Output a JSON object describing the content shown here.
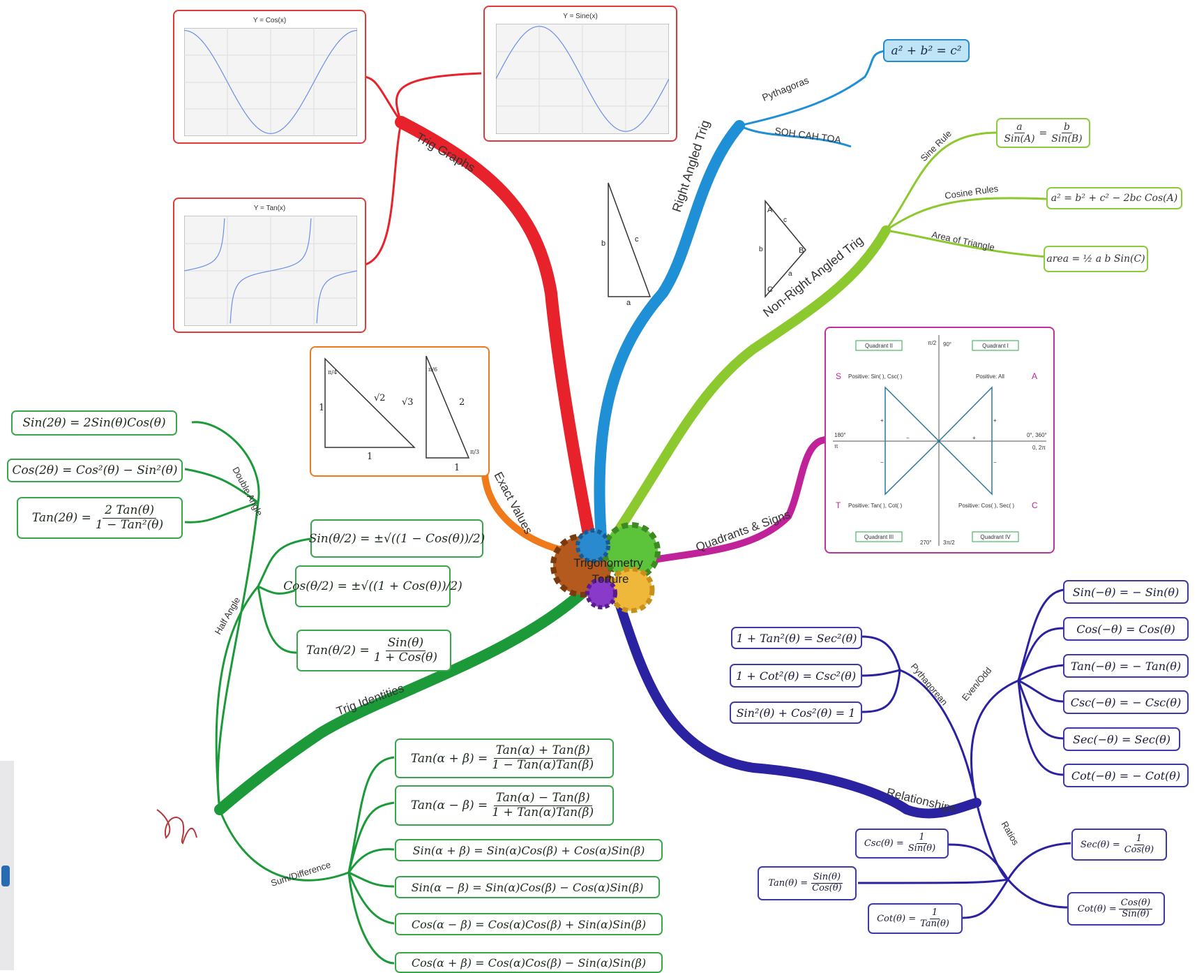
{
  "center": {
    "line1": "Trigonometry",
    "line2": "Torture"
  },
  "branches": {
    "trig_graphs": "Trig Graphs",
    "right_angled": "Right Angled Trig",
    "pythagoras": "Pythagoras",
    "sohcahtoa": "SOH CAH TOA",
    "non_right": "Non-Right Angled Trig",
    "sine_rule": "Sine Rule",
    "cosine_rules": "Cosine Rules",
    "area_triangle": "Area of Triangle",
    "quadrants": "Quadrants & Signs",
    "exact_values": "Exact Values",
    "trig_identities": "Trig Identities",
    "double_angle": "Double Angle",
    "half_angle": "Half Angle",
    "sum_difference": "Sum/Difference",
    "relationships": "Relationships",
    "pythagorean": "Pythagorean",
    "even_odd": "Even/Odd",
    "ratios": "Ratios"
  },
  "graphs": {
    "cos_title": "Y = Cos(x)",
    "sin_title": "Y = Sine(x)",
    "tan_title": "Y = Tan(x)"
  },
  "pythagoras_formula": "a² + b² = c²",
  "triangles": {
    "b": "b",
    "c": "c",
    "a": "a",
    "A": "A",
    "B": "B",
    "C": "C"
  },
  "nonright": {
    "sine_rule": "a/Sin(A) = b/Sin(B)",
    "cosine_rule": "a² = b² + c² − 2bc Cos(A)",
    "area": "area = ½ a b Sin(C)"
  },
  "quadrant_diagram": {
    "q1": "Quadrant I",
    "q2": "Quadrant II",
    "q3": "Quadrant III",
    "q4": "Quadrant IV",
    "s": "S",
    "a": "A",
    "t": "T",
    "c": "C",
    "s_text": "Positive: Sin( ), Csc( )",
    "a_text": "Positive: All",
    "t_text": "Positive: Tan( ), Cot( )",
    "c_text": "Positive: Cos( ), Sec( )",
    "deg90": "90°",
    "deg180": "180°",
    "deg270": "270°",
    "deg0": "0°, 360°",
    "pi_half": "π/2",
    "pi": "π",
    "three_pi_half": "3π/2",
    "zero_two_pi": "0, 2π",
    "plus": "+",
    "minus": "−"
  },
  "exact": {
    "one": "1",
    "two": "2",
    "root2": "√2",
    "root3": "√3",
    "pi4": "π/4",
    "pi6": "π/6",
    "pi3": "π/3"
  },
  "double_angle": [
    "Sin(2θ) = 2Sin(θ)Cos(θ)",
    "Cos(2θ) = Cos²(θ) − Sin²(θ)",
    "Tan(2θ) = 2Tan(θ) / (1 − Tan²(θ))"
  ],
  "half_angle": [
    "Sin(θ/2) = ±√((1 − Cos(θ))/2)",
    "Cos(θ/2) = ±√((1 + Cos(θ))/2)",
    "Tan(θ/2) = Sin(θ) / (1 + Cos(θ))"
  ],
  "sum_difference": [
    "Tan(α + β) = (Tan(α) + Tan(β)) / (1 − Tan(α)Tan(β))",
    "Tan(α − β) = (Tan(α) − Tan(β)) / (1 + Tan(α)Tan(β))",
    "Sin(α + β) = Sin(α)Cos(β) + Cos(α)Sin(β)",
    "Sin(α − β) = Sin(α)Cos(β) − Cos(α)Sin(β)",
    "Cos(α − β) = Cos(α)Cos(β) + Sin(α)Sin(β)",
    "Cos(α + β) = Cos(α)Cos(β) − Sin(α)Sin(β)"
  ],
  "pythagorean": [
    "1 + Tan²(θ) = Sec²(θ)",
    "1 + Cot²(θ) = Csc²(θ)",
    "Sin²(θ) + Cos²(θ) = 1"
  ],
  "even_odd": [
    "Sin(−θ) = − Sin(θ)",
    "Cos(−θ) = Cos(θ)",
    "Tan(−θ) = − Tan(θ)",
    "Csc(−θ) = − Csc(θ)",
    "Sec(−θ) = Sec(θ)",
    "Cot(−θ) = − Cot(θ)"
  ],
  "ratios": {
    "csc": "Csc(θ) = 1/Sin(θ)",
    "tan": "Tan(θ) = Sin(θ)/Cos(θ)",
    "cot_left": "Cot(θ) = 1/Tan(θ)",
    "sec": "Sec(θ) = 1/Cos(θ)",
    "cot_right": "Cot(θ) = Cos(θ)/Sin(θ)"
  },
  "colors": {
    "red": "#e8222a",
    "blue": "#1f8fd6",
    "lime": "#8cc92e",
    "magenta": "#c0229a",
    "orange": "#f07a1a",
    "green": "#1c9a3a",
    "navy": "#2a22a0"
  }
}
